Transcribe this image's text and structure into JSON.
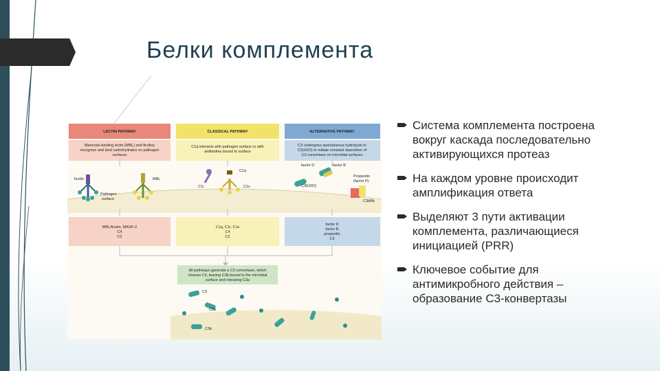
{
  "slide": {
    "title": "Белки комплемента",
    "bullets": [
      "Система комплемента построена вокруг каскада последовательно активирующихся протеаз",
      "На каждом уровне происходит амплификация ответа",
      "Выделяют 3 пути активации комплемента, различающиеся инициацией (PRR)",
      "Ключевое событие для антимикробного действия – образование С3-конвертазы"
    ]
  },
  "figure": {
    "pathways": [
      {
        "header": "LECTIN PATHWAY",
        "color": "#e8877a",
        "light": "#f6d3c6",
        "desc1": "Mannose-binding lectin (MBL) and ficolins",
        "desc2": "recognize and bind carbohydrates on pathogen",
        "desc3": "surfaces",
        "comp1": "MBL/ficolin, MASP-2",
        "comp2": "C4",
        "comp3": "C2"
      },
      {
        "header": "CLASSICAL PATHWAY",
        "color": "#f2e26a",
        "light": "#f8f1b8",
        "desc1": "C1q interacts with pathogen surface or with",
        "desc2": "antibodies bound to surface",
        "desc3": "",
        "comp1": "C1q, C1r, C1s",
        "comp2": "C4",
        "comp3": "C2"
      },
      {
        "header": "ALTERNATIVE PATHWAY",
        "color": "#7fa9d3",
        "light": "#c4d8ea",
        "desc1": "C3 undergoes spontaneous hydrolysis to",
        "desc2": "C3(H2O) to initiate constant deposition of",
        "desc3": "C3 convertase on microbial surfaces",
        "comp1": "factor D",
        "comp2": "factor B",
        "comp3": "properdin",
        "comp4": "C3"
      }
    ],
    "labels": {
      "ficolin": "ficolin",
      "mbl": "MBL",
      "pathogen": "Pathogen",
      "surface": "surface",
      "c1q": "C1q",
      "c1r": "C1r",
      "c1s": "C1s",
      "factorD": "factor D",
      "factorB": "factor B",
      "properdin": "Properdin",
      "properdin2": "(factor P)",
      "c3h2o": "C3(H2O)",
      "c3bbb": "C3bBb"
    },
    "result": {
      "line1": "All pathways generate a C3 convertase, which",
      "line2": "cleaves C3, leaving C3b bound to the microbial",
      "line3": "surface and releasing C3a",
      "c3": "C3",
      "c3a": "C3a",
      "c3b": "C3b"
    }
  }
}
